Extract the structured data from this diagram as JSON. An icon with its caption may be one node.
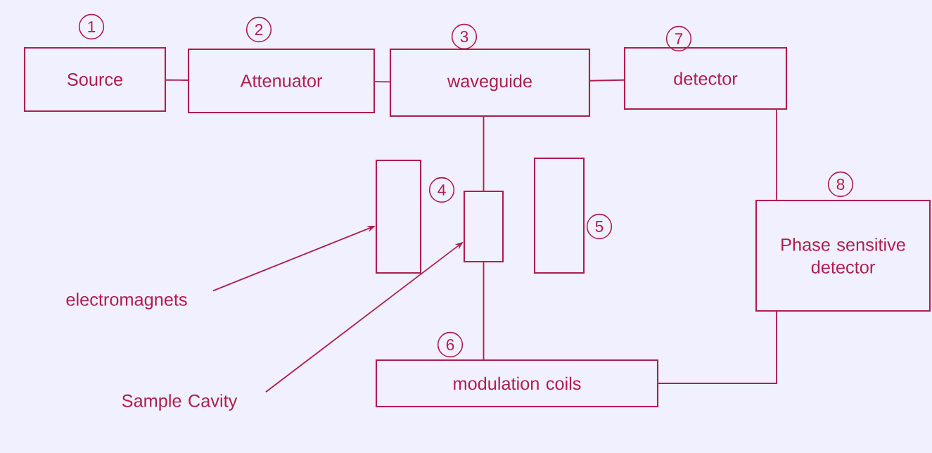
{
  "diagram": {
    "nodes": [
      {
        "text": [
          "Source"
        ],
        "beside": [
          "1"
        ]
      },
      {
        "text": [
          "Attenuator"
        ],
        "beside": [
          "2"
        ]
      },
      {
        "text": [
          "waveguide"
        ],
        "beside": [
          "3"
        ]
      },
      {
        "text": [
          "detector"
        ],
        "beside": [
          "7"
        ]
      },
      {
        "text": [
          "Phase sensitive detector"
        ],
        "beside": [
          "8"
        ]
      },
      {
        "text": [],
        "shape": "box",
        "beside": [
          "4"
        ]
      },
      {
        "text": [],
        "shape": "box"
      },
      {
        "text": [],
        "shape": "box",
        "beside": [
          "5"
        ]
      },
      {
        "text": [
          "modulation coils"
        ],
        "beside": [
          "6"
        ]
      },
      {
        "text": [
          "electromagnets"
        ]
      },
      {
        "text": [
          "Sample Cavity"
        ]
      }
    ],
    "edges": [
      {
        "from": 0,
        "to": 1,
        "arrow": "none"
      },
      {
        "from": 1,
        "to": 2,
        "arrow": "none"
      },
      {
        "from": 2,
        "to": 3,
        "arrow": "none"
      },
      {
        "from": 2,
        "to": 6,
        "arrow": "none"
      },
      {
        "from": 6,
        "to": 8,
        "arrow": "none"
      },
      {
        "from": 3,
        "to": 4,
        "arrow": "none"
      },
      {
        "from": 8,
        "to": 4,
        "arrow": "none"
      },
      {
        "from": 9,
        "to": 5,
        "arrow": "to"
      },
      {
        "from": 10,
        "to": 6,
        "arrow": "to"
      }
    ]
  }
}
